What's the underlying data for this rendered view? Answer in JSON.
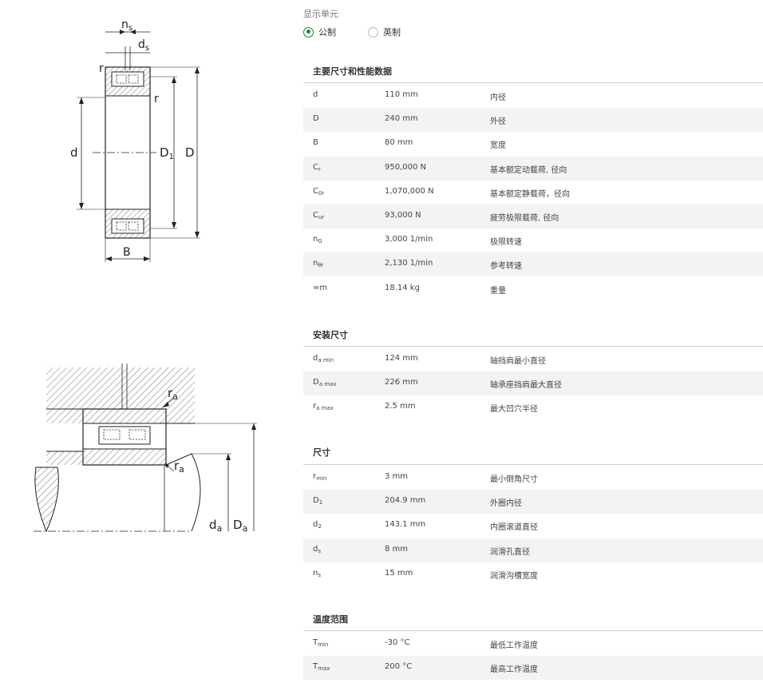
{
  "units": {
    "title": "显示单元",
    "options": [
      {
        "label": "公制",
        "selected": true
      },
      {
        "label": "英制",
        "selected": false
      }
    ]
  },
  "drawing_labels": {
    "ns": "n",
    "ns_sub": "s",
    "ds": "d",
    "ds_sub": "s",
    "r": "r",
    "d": "d",
    "D1": "D",
    "D1_sub": "1",
    "D": "D",
    "B": "B",
    "ra": "r",
    "ra_sub": "a",
    "da": "d",
    "da_sub": "a",
    "Da": "D",
    "Da_sub": "a"
  },
  "sections": [
    {
      "title": "主要尺寸和性能数据",
      "rows": [
        {
          "sym": "d",
          "sub": "",
          "value": "110 mm",
          "desc": "内径"
        },
        {
          "sym": "D",
          "sub": "",
          "value": "240 mm",
          "desc": "外径"
        },
        {
          "sym": "B",
          "sub": "",
          "value": "80 mm",
          "desc": "宽度"
        },
        {
          "sym": "C",
          "sub": "r",
          "value": "950,000 N",
          "desc": "基本额定动载荷, 径向"
        },
        {
          "sym": "C",
          "sub": "0r",
          "value": "1,070,000 N",
          "desc": "基本额定静载荷，径向"
        },
        {
          "sym": "C",
          "sub": "ur",
          "value": "93,000 N",
          "desc": "疲劳极限载荷, 径向"
        },
        {
          "sym": "n",
          "sub": "G",
          "value": "3,000 1/min",
          "desc": "极限转速"
        },
        {
          "sym": "n",
          "sub": "θr",
          "value": "2,130 1/min",
          "desc": "参考转速"
        },
        {
          "sym": "≈m",
          "sub": "",
          "value": "18.14 kg",
          "desc": "重量"
        }
      ]
    },
    {
      "title": "安装尺寸",
      "rows": [
        {
          "sym": "d",
          "sub": "a min",
          "value": "124 mm",
          "desc": "轴挡肩最小直径"
        },
        {
          "sym": "D",
          "sub": "a max",
          "value": "226 mm",
          "desc": "轴承座挡肩最大直径"
        },
        {
          "sym": "r",
          "sub": "a max",
          "value": "2.5 mm",
          "desc": "最大凹穴半径"
        }
      ]
    },
    {
      "title": "尺寸",
      "rows": [
        {
          "sym": "r",
          "sub": "min",
          "value": "3 mm",
          "desc": "最小倒角尺寸"
        },
        {
          "sym": "D",
          "sub": "1",
          "value": "204.9 mm",
          "desc": "外圈内径"
        },
        {
          "sym": "d",
          "sub": "2",
          "value": "143.1 mm",
          "desc": "内圈滚道直径"
        },
        {
          "sym": "d",
          "sub": "s",
          "value": "8 mm",
          "desc": "润滑孔直径"
        },
        {
          "sym": "n",
          "sub": "s",
          "value": "15 mm",
          "desc": "润滑沟槽宽度"
        }
      ]
    },
    {
      "title": "温度范围",
      "rows": [
        {
          "sym": "T",
          "sub": "min",
          "value": "-30 °C",
          "desc": "最低工作温度"
        },
        {
          "sym": "T",
          "sub": "max",
          "value": "200 °C",
          "desc": "最高工作温度"
        }
      ]
    }
  ]
}
